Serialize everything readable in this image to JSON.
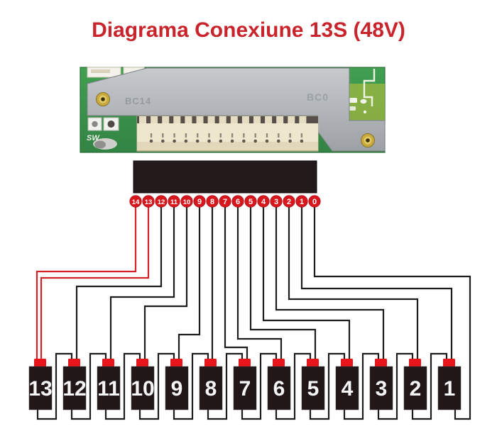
{
  "title": "Diagrama Conexiune 13S (48V)",
  "colors": {
    "title_red": "#c9242b",
    "wire_black": "#1d1c1a",
    "wire_red": "#d42228",
    "pin_red": "#d8161d",
    "battery_body": "#211719",
    "battery_cap_red": "#e8151b",
    "battery_number_white": "#f5f5f5",
    "pcb_green": "#3f9b4e",
    "metal_gray": "#b3b7ba",
    "connector_cream": "#efe6ce",
    "block_black": "#241a1c"
  },
  "pcb": {
    "label_left": "BC14",
    "label_right": "BC0",
    "label_sw": "SW"
  },
  "connector_pins": [
    {
      "label": "14",
      "wire": "red"
    },
    {
      "label": "13",
      "wire": "red"
    },
    {
      "label": "12",
      "wire": "black"
    },
    {
      "label": "11",
      "wire": "black"
    },
    {
      "label": "10",
      "wire": "black"
    },
    {
      "label": "9",
      "wire": "black"
    },
    {
      "label": "8",
      "wire": "black"
    },
    {
      "label": "7",
      "wire": "black"
    },
    {
      "label": "6",
      "wire": "black"
    },
    {
      "label": "5",
      "wire": "black"
    },
    {
      "label": "4",
      "wire": "black"
    },
    {
      "label": "3",
      "wire": "black"
    },
    {
      "label": "2",
      "wire": "black"
    },
    {
      "label": "1",
      "wire": "black"
    },
    {
      "label": "0",
      "wire": "black"
    }
  ],
  "batteries": [
    {
      "label": "13"
    },
    {
      "label": "12"
    },
    {
      "label": "11"
    },
    {
      "label": "10"
    },
    {
      "label": "9"
    },
    {
      "label": "8"
    },
    {
      "label": "7"
    },
    {
      "label": "6"
    },
    {
      "label": "5"
    },
    {
      "label": "4"
    },
    {
      "label": "3"
    },
    {
      "label": "2"
    },
    {
      "label": "1"
    }
  ]
}
